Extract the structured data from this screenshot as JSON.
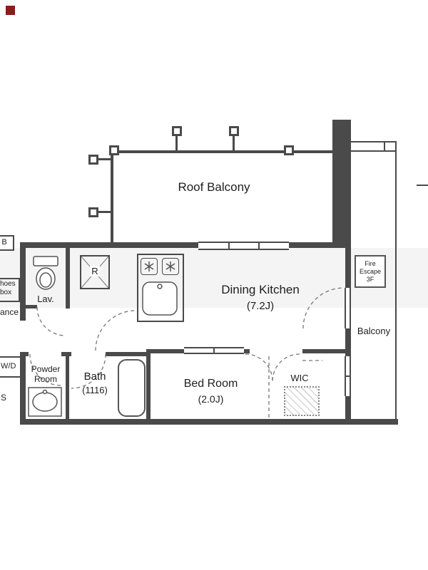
{
  "floorplan": {
    "rooms": {
      "roof_balcony": {
        "label": "Roof Balcony"
      },
      "dining_kitchen": {
        "label": "Dining Kitchen",
        "size": "(7.2J)"
      },
      "bed_room": {
        "label": "Bed Room",
        "size": "(2.0J)"
      },
      "bath": {
        "label": "Bath",
        "size": "(1116)"
      },
      "powder_room": {
        "line1": "Powder",
        "line2": "Room"
      },
      "lavatory": {
        "label": "Lav."
      },
      "wic": {
        "label": "WIC"
      },
      "balcony": {
        "label": "Balcony"
      }
    },
    "features": {
      "fire_escape": {
        "line1": "Fire",
        "line2": "Escape",
        "line3": "3F"
      },
      "refrigerator": {
        "label": "R"
      },
      "washer_dryer": {
        "label": "W/D"
      }
    },
    "clipped_labels": {
      "meter_box": "B",
      "shoes_box_line1": "hoes",
      "shoes_box_line2": "box",
      "entrance": "ance",
      "storage": "S"
    },
    "icons": {
      "toilet": "svg-outline",
      "bathtub": "rounded-rect-outline",
      "vanity_sink": "oval-in-rect",
      "kitchen_sink": "rounded-rect-outline",
      "stove_burner": "asterisk-lines",
      "refrigerator_cross": "x-lines",
      "door_swing": "dashed-quarter-arc",
      "railing_post": "hollow-square"
    },
    "colors": {
      "wall": "#4a4a4a",
      "line": "#555555",
      "text": "#1f1f1f",
      "corner_marker": "#8b1c1c",
      "watermark_band": "rgba(0,0,0,0.045)"
    }
  }
}
